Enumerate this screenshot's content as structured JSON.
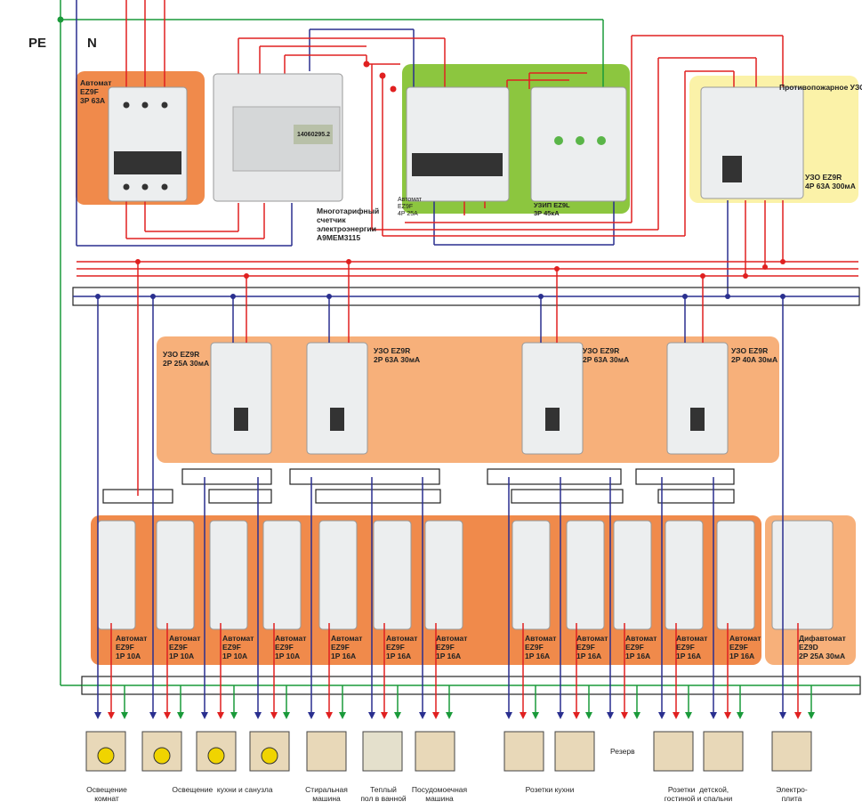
{
  "bus": {
    "pe": "PE",
    "n": "N"
  },
  "main_breaker": "Автомат\nEZ9F\n3P 63A",
  "meter": {
    "label": "Многотарифный\nсчетчик\nэлектроэнергии\nA9MEM3115",
    "display": "14060295.2"
  },
  "breaker_4p": "Автомат\nEZ9F\n4P 25A",
  "surge": "УЗИП EZ9L\n3P 45кА",
  "fire_rcd": {
    "title": "Противопожарное УЗО",
    "spec": "УЗО EZ9R\n4P 63A 300мА"
  },
  "rcds": [
    "УЗО EZ9R\n2P 25A 30мА",
    "УЗО EZ9R\n2P 63A 30мА",
    "УЗО EZ9R\n2P 63A 30мА",
    "УЗО EZ9R\n2P 40A 30мА"
  ],
  "breakers": [
    "Автомат\nEZ9F\n1P 10A",
    "Автомат\nEZ9F\n1P 10A",
    "Автомат\nEZ9F\n1P 10A",
    "Автомат\nEZ9F\n1P 10A",
    "Автомат\nEZ9F\n1P 16A",
    "Автомат\nEZ9F\n1P 16A",
    "Автомат\nEZ9F\n1P 16A",
    "Автомат\nEZ9F\n1P 16A",
    "Автомат\nEZ9F\n1P 16A",
    "Автомат\nEZ9F\n1P 16A",
    "Автомат\nEZ9F\n1P 16A",
    "Автомат\nEZ9F\n1P 16A"
  ],
  "dif": "Дифавтомат\nEZ9D\n2P 25A 30мА",
  "reserve": "Резерв",
  "loads": [
    "Освещение\nкомнат",
    "Освещение  кухни и санузла",
    "Стиральная\nмашина",
    "Теплый\nпол в ванной",
    "Посудомоечная\nмашина",
    "Розетки кухни",
    "Розетки  детской,\nгостиной и спальни",
    "Электро-\nплита"
  ],
  "colors": {
    "phase": "#e02020",
    "neutral": "#2a2f8f",
    "pe": "#1a9a3a",
    "orange": "#f08a4b",
    "light_orange": "#f7b07a",
    "green_bg": "#8cc63f",
    "yellow_bg": "#fbf2a8"
  }
}
